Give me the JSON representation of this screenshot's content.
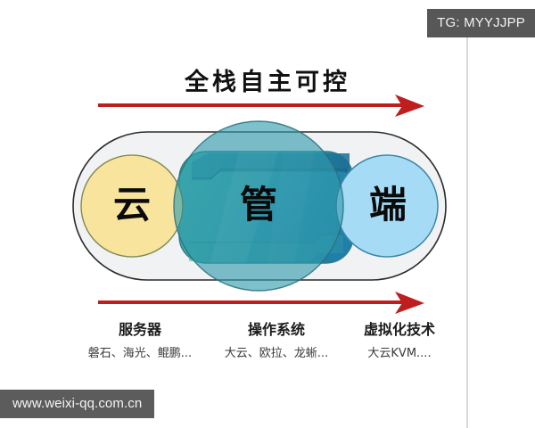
{
  "watermarks": {
    "top_right": "TG: MYYJJPP",
    "bottom_left": "www.weixi-qq.com.cn"
  },
  "diagram": {
    "title": "全栈自主可控",
    "nodes": [
      {
        "id": "cloud",
        "glyph": "云",
        "fill": "#F8E49C",
        "stroke": "#C9A94A"
      },
      {
        "id": "pipe",
        "glyph": "管",
        "fill": "#3FA9A0",
        "stroke": "#2F7E87"
      },
      {
        "id": "device",
        "glyph": "端",
        "fill": "#A5DBF5",
        "stroke": "#4E9BC4"
      }
    ],
    "capsule": {
      "fill": "#F1F2F4",
      "stroke": "#2A2A2A"
    },
    "arrows": {
      "color": "#BE1E1E",
      "top_label": "全栈自主可控",
      "count": 2
    },
    "captions": [
      {
        "heading": "服务器",
        "detail": "磐石、海光、鲲鹏..."
      },
      {
        "heading": "操作系统",
        "detail": "大云、欧拉、龙蜥..."
      },
      {
        "heading": "虚拟化技术",
        "detail": "大云KVM...."
      }
    ]
  }
}
